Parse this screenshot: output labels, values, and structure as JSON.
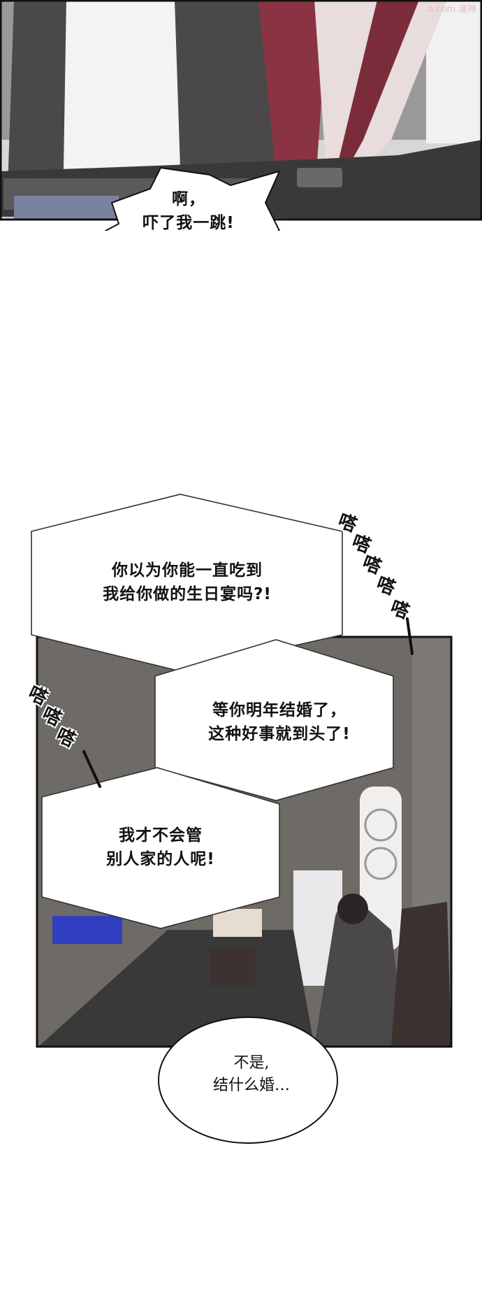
{
  "watermark": "o.com 漫神",
  "panel1": {
    "bubble": {
      "line1": "啊，",
      "line2": "吓了我一跳!"
    }
  },
  "panel2": {
    "hex1": {
      "line1": "你以为你能一直吃到",
      "line2": "我给你做的生日宴吗?!"
    },
    "hex2": {
      "line1": "等你明年结婚了，",
      "line2": "这种好事就到头了!"
    },
    "hex3": {
      "line1": "我才不会管",
      "line2": "别人家的人呢!"
    },
    "sfx_right": [
      "嗒",
      "嗒",
      "嗒",
      "嗒",
      "嗒"
    ],
    "sfx_left": [
      "嗒",
      "嗒",
      "嗒"
    ],
    "oval": {
      "line1": "不是,",
      "line2": "结什么婚…"
    }
  },
  "colors": {
    "panel_border": "#111111",
    "wall": "#6e6a66",
    "desk": "#3a3939",
    "hoodie": "#f4f2f5",
    "jacket": "#4a4848",
    "hair": "#8a3443"
  }
}
